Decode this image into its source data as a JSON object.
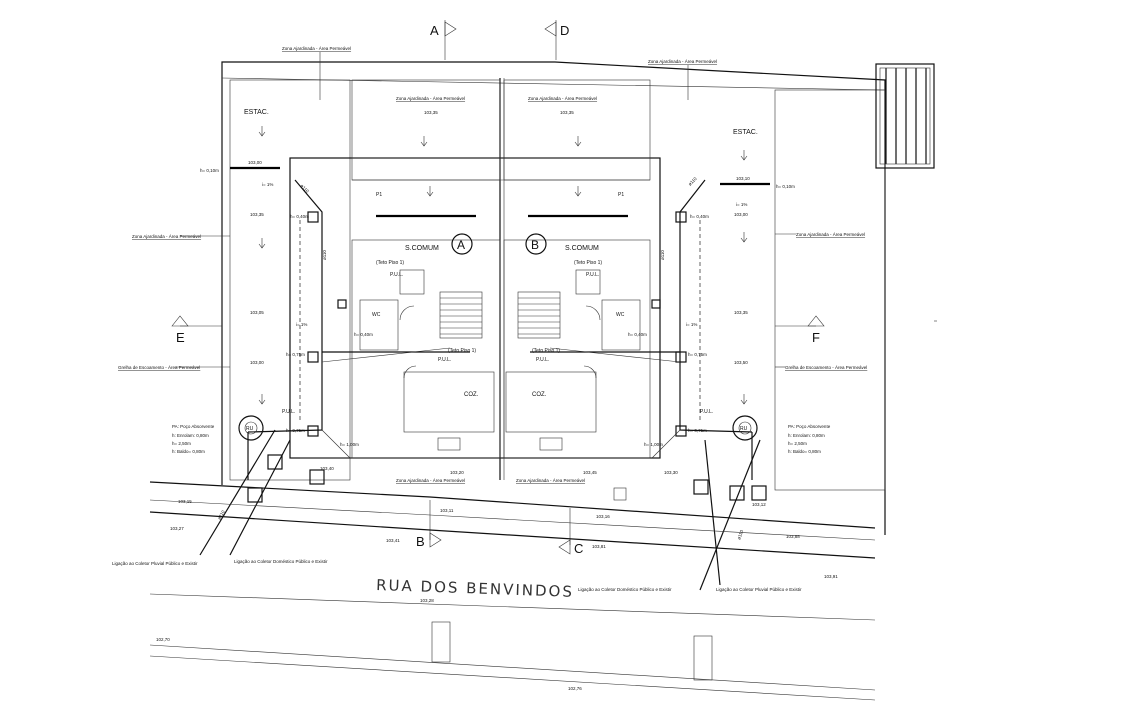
{
  "sections": {
    "A": "A",
    "B": "B",
    "C": "C",
    "D": "D",
    "E": "E",
    "F": "F"
  },
  "blocks": {
    "A": "A",
    "B": "B"
  },
  "street_name": "RUA DOS BENVINDOS",
  "zone_permeable": "Zona Ajardinada - Área Permeável",
  "estac": "ESTAC.",
  "s_comum": "S.COMUM",
  "coz": "COZ.",
  "wc": "WC",
  "pul": "P.U.L.",
  "ru": "RU",
  "pa_label": "PA: Poço Absorvente",
  "pa_specs": [
    "h: Enrolam: 0,80m",
    "h= 2,50m",
    "h: Baldo= 0,80m"
  ],
  "grelha": "Grelha de Escoamento - Área Permeável",
  "ligacao_pluvial": "Ligação ao Coletor Pluvial Público e Existir",
  "ligacao_domestico": "Ligação ao Coletor Doméstico Público e Existir",
  "elevations": [
    "103,35",
    "103,35",
    "103,35",
    "103,05",
    "103,00",
    "103,00",
    "103,35",
    "103,50",
    "103,00",
    "103,10",
    "103,20",
    "103,45",
    "103,40",
    "103,30",
    "103,15",
    "103,12",
    "103,11",
    "103,16",
    "103,27",
    "103,41",
    "103,81",
    "103,88",
    "103,91",
    "103,28",
    "102,70",
    "102,76"
  ],
  "dims": [
    "h= 0,10m",
    "h= 0,10m",
    "h= 0,40m",
    "h= 0,40m",
    "h= 0,40m",
    "h= 0,40m",
    "h= 0,75m",
    "h= 0,75m",
    "h= 0,75m",
    "h= 0,75m",
    "h= 1,00m",
    "h= 1,00m"
  ],
  "slopes": [
    "i= 1%",
    "i= 1%",
    "i= 1%",
    "i= 1%"
  ],
  "diam": "ø110",
  "teto": "(Teto Piso 1)",
  "p1": "P1"
}
